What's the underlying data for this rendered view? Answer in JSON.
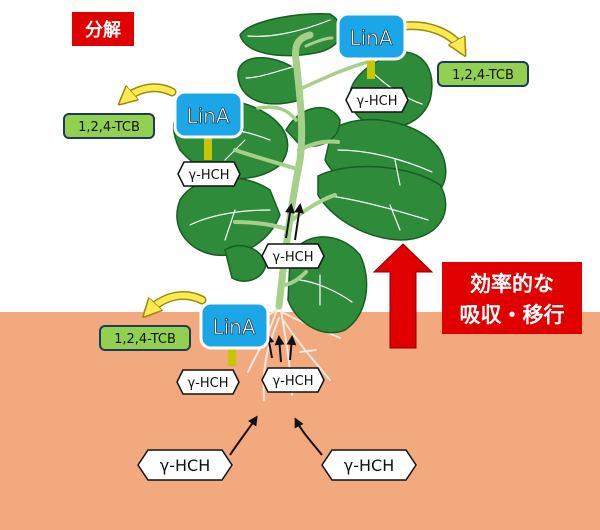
{
  "title_label": "分解",
  "enzyme": {
    "name": "LinA"
  },
  "compounds": {
    "substrate": "γ-HCH",
    "product": "1,2,4-TCB"
  },
  "uptake_label": {
    "line1": "効率的な",
    "line2": "吸収・移行"
  },
  "colors": {
    "soil": "#F2A97E",
    "leaf": "#2E8B3A",
    "leaf_dark": "#175E22",
    "stem": "#A6D08A",
    "enzyme_fill": "#1BA6E8",
    "product_fill": "#92D050",
    "curve_arrow": "#FFEA4F",
    "uptake_red": "#E00000"
  }
}
